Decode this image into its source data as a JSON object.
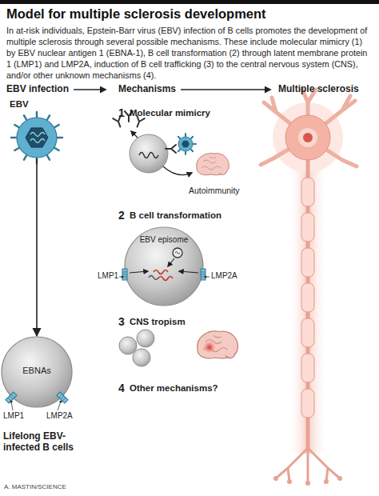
{
  "diagram": {
    "title": "Model for multiple sclerosis development",
    "caption": "In at-risk individuals, Epstein-Barr virus (EBV) infection of B cells promotes the development of multiple sclerosis through several possible mechanisms. These include molecular mimicry (1) by EBV nuclear antigen 1 (EBNA-1), B cell transformation (2) through latent membrane protein 1 (LMP1) and LMP2A, induction of B cell trafficking (3) to the central nervous system (CNS), and/or other unknown mechanisms (4).",
    "nodes": [
      {
        "text": [
          "EBV"
        ]
      },
      {
        "text": [
          "EBNAs",
          "Lifelong EBV-infected B cells"
        ]
      },
      {
        "text": [
          "EBV episome"
        ]
      }
    ],
    "edges": [
      {
        "from": 0,
        "to": 1,
        "arrow": "to"
      }
    ],
    "labels": [
      "EBV infection",
      "Mechanisms",
      "Multiple sclerosis",
      "1",
      "Molecular mimicry",
      "Autoimmunity",
      "2",
      "B cell transformation",
      "LMP1",
      "LMP2A",
      "3",
      "CNS tropism",
      "4",
      "Other mechanisms?",
      "LMP1",
      "LMP2A",
      "A. MASTIN/SCIENCE"
    ]
  }
}
